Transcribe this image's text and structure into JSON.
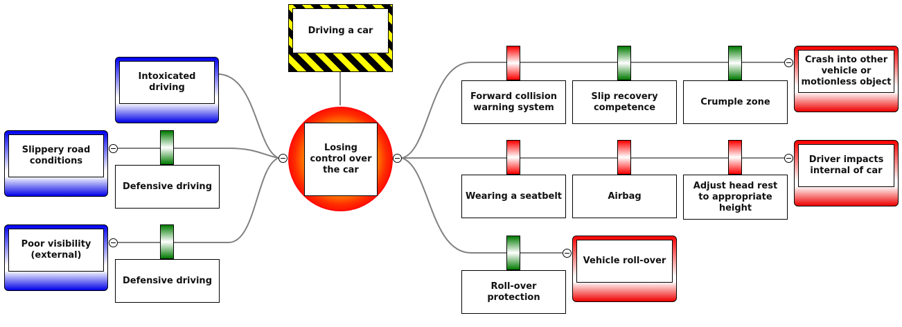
{
  "hazard": {
    "label": "Driving a car"
  },
  "top_event": {
    "label": "Losing control over the car",
    "label_lines": "Losing\ncontrol over\nthe car"
  },
  "threats": [
    {
      "label": "Intoxicated driving",
      "lines": "Intoxicated\ndriving",
      "barriers": []
    },
    {
      "label": "Slippery road conditions",
      "lines": "Slippery road\nconditions",
      "barriers": [
        {
          "label": "Defensive driving",
          "lines": "Defensive driving",
          "status": "green"
        }
      ]
    },
    {
      "label": "Poor visibility (external)",
      "lines": "Poor visibility\n(external)",
      "barriers": [
        {
          "label": "Defensive driving",
          "lines": "Defensive driving",
          "status": "green"
        }
      ]
    }
  ],
  "consequences": [
    {
      "label": "Crash into other vehicle or motionless object",
      "lines": "Crash into other\nvehicle or\nmotionless object",
      "barriers": [
        {
          "label": "Forward collision warning system",
          "lines": "Forward collision\nwarning system",
          "status": "red"
        },
        {
          "label": "Slip recovery competence",
          "lines": "Slip recovery\ncompetence",
          "status": "green"
        },
        {
          "label": "Crumple zone",
          "lines": "Crumple zone",
          "status": "green"
        }
      ]
    },
    {
      "label": "Driver impacts internal of car",
      "lines": "Driver impacts\ninternal of car",
      "barriers": [
        {
          "label": "Wearing a seatbelt",
          "lines": "Wearing a seatbelt",
          "status": "red"
        },
        {
          "label": "Airbag",
          "lines": "Airbag",
          "status": "red"
        },
        {
          "label": "Adjust head rest to appropriate height",
          "lines": "Adjust head rest\nto appropriate\nheight",
          "status": "red"
        }
      ]
    },
    {
      "label": "Vehicle roll-over",
      "lines": "Vehicle roll-over",
      "barriers": [
        {
          "label": "Roll-over protection",
          "lines": "Roll-over\nprotection",
          "status": "green"
        }
      ]
    }
  ],
  "colors": {
    "threat": "#0000f0",
    "consequence": "#ff0000",
    "barrier_effective": "#007a00",
    "barrier_ineffective": "#ff0000",
    "hazard_stripe": "#ffff00",
    "connector": "#808080"
  }
}
